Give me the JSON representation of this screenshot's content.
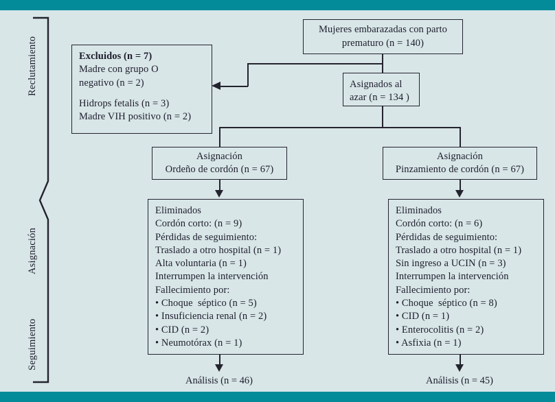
{
  "figure": {
    "type": "flow-diagram",
    "language": "es",
    "accent_color": "#048b99",
    "background_color": "#d8e6e8",
    "line_color": "#23232e"
  },
  "stages": [
    {
      "key": "reclutamiento",
      "label": "Reclutamiento"
    },
    {
      "key": "asignacion",
      "label": "Asignación"
    },
    {
      "key": "seguimiento",
      "label": "Seguimiento"
    }
  ],
  "nodes": {
    "enrollment": {
      "lines": [
        "Mujeres embarazadas con parto",
        "prematuro (n = 140)"
      ]
    },
    "excluded": {
      "lines": [
        {
          "text": "Excluidos (n = 7)",
          "bold": true
        },
        {
          "text": "Madre con grupo O"
        },
        {
          "text": "negativo (n = 2)"
        },
        {
          "text": "",
          "gap": true
        },
        {
          "text": "Hidrops fetalis (n = 3)"
        },
        {
          "text": "Madre VIH positivo (n = 2)"
        }
      ]
    },
    "randomized": {
      "lines": [
        "Asignados al",
        "azar (n = 134 )"
      ]
    },
    "alloc_left": {
      "lines": [
        "Asignación",
        "Ordeño de cordón (n = 67)"
      ]
    },
    "alloc_right": {
      "lines": [
        "Asignación",
        "Pinzamiento de cordón (n = 67)"
      ]
    },
    "followup_left": {
      "lines": [
        "Eliminados",
        "Cordón corto: (n = 9)",
        "Pérdidas de seguimiento:",
        "Traslado a otro hospital (n = 1)",
        "Alta voluntaria (n = 1)",
        "Interrumpen la intervención",
        "Fallecimiento por:",
        "• Choque  séptico (n = 5)",
        "• Insuficiencia renal (n = 2)",
        "• CID (n = 2)",
        "• Neumotórax (n = 1)"
      ]
    },
    "followup_right": {
      "lines": [
        "Eliminados",
        "Cordón corto: (n = 6)",
        "Pérdidas de seguimiento:",
        "Traslado a otro hospital (n = 1)",
        "Sin ingreso a UCIN (n = 3)",
        "Interrumpen la intervención",
        "Fallecimiento por:",
        "• Choque  séptico (n = 8)",
        "• CID (n = 1)",
        "• Enterocolitis (n = 2)",
        "• Asfixia (n = 1)"
      ]
    },
    "analysis_left": {
      "text": "Análisis (n = 46)"
    },
    "analysis_right": {
      "text": "Análisis (n = 45)"
    }
  }
}
